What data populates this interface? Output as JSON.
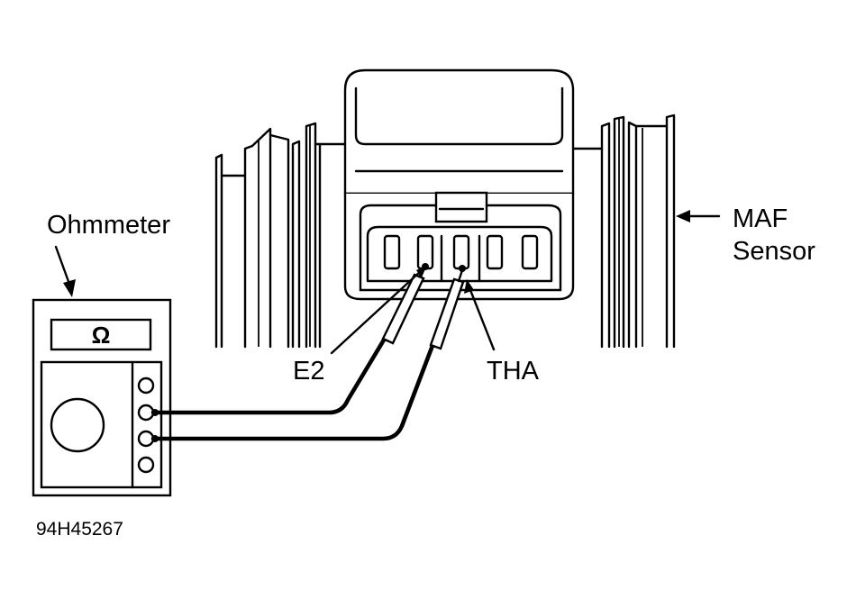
{
  "labels": {
    "ohmmeter": "Ohmmeter",
    "maf_line1": "MAF",
    "maf_line2": "Sensor",
    "e2": "E2",
    "tha": "THA",
    "figure_code": "94H45267",
    "display_symbol": "Ω"
  },
  "colors": {
    "ink": "#000000",
    "paper": "#ffffff"
  },
  "icons": {
    "display": "ohm-symbol",
    "probe": "test-probe",
    "jack": "meter-jack"
  }
}
